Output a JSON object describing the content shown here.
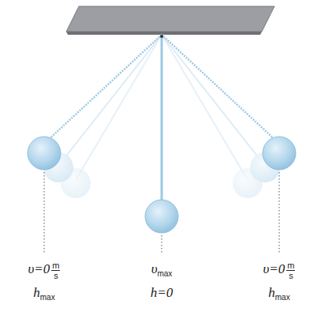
{
  "diagram": {
    "labels": [
      "υ=0",
      "m",
      "s",
      "h",
      "max",
      "υ",
      "max",
      "h=0",
      "υ=0",
      "m",
      "s",
      "h",
      "max"
    ]
  }
}
